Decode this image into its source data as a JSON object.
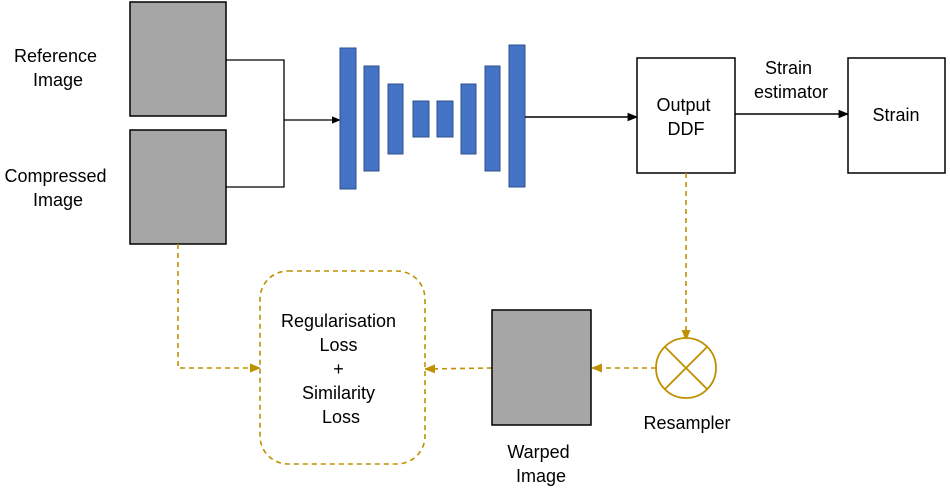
{
  "labels": {
    "reference_line1": "Reference",
    "reference_line2": "Image",
    "compressed_line1": "Compressed",
    "compressed_line2": "Image",
    "output_line1": "Output",
    "output_line2": "DDF",
    "strain_estimator_line1": "Strain",
    "strain_estimator_line2": "estimator",
    "strain": "Strain",
    "loss_line1": "Regularisation",
    "loss_line2": "Loss",
    "loss_line3": "+",
    "loss_line4": "Similarity",
    "loss_line5": "Loss",
    "warped_line1": "Warped",
    "warped_line2": "Image",
    "resampler": "Resampler"
  },
  "colors": {
    "image_fill": "#a6a6a6",
    "network_blue": "#4472c4",
    "dashed_gold": "#bf9000",
    "line_black": "#000000"
  }
}
